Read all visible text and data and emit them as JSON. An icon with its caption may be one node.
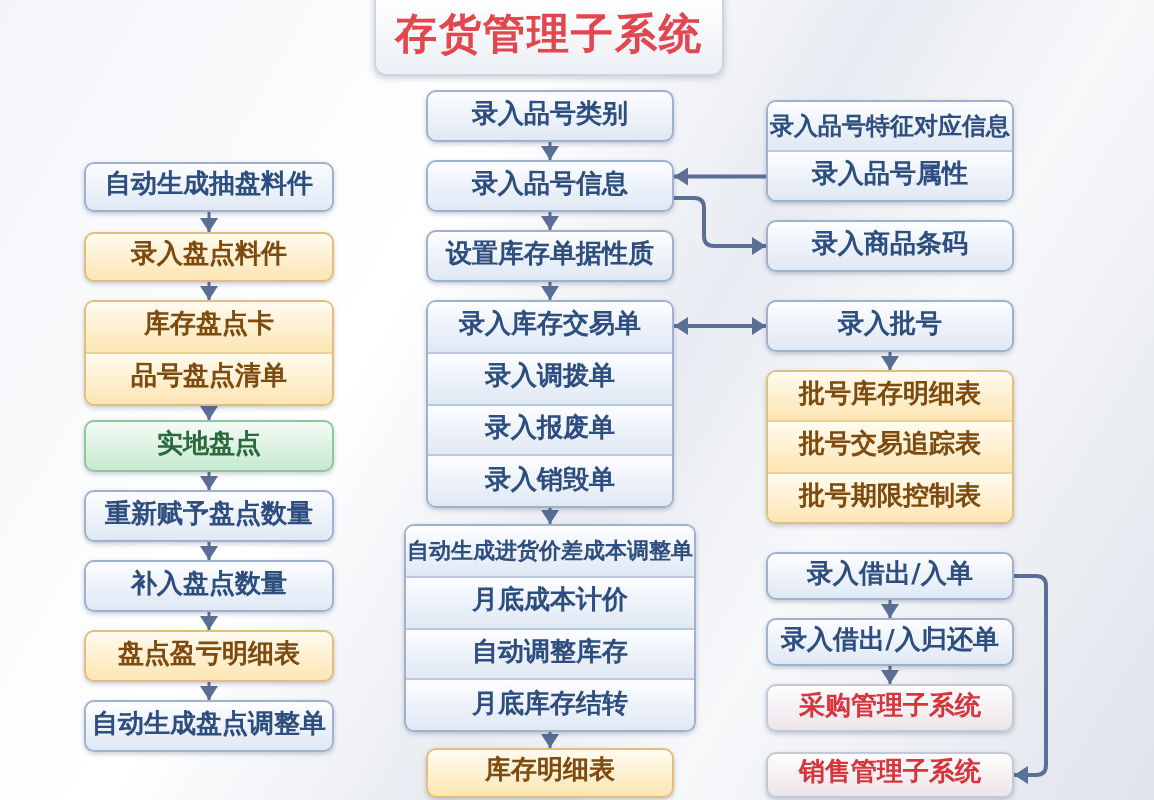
{
  "diagram": {
    "title": "存货管理子系统",
    "nodes": [
      {
        "text": [
          "自动生成抽盘料件"
        ]
      },
      {
        "text": [
          "录入盘点料件"
        ]
      },
      {
        "text": [],
        "shape": "box"
      },
      {
        "text": [
          "库存盘点卡"
        ],
        "in": 2
      },
      {
        "text": [
          "品号盘点清单"
        ],
        "in": 2
      },
      {
        "text": [
          "实地盘点"
        ]
      },
      {
        "text": [
          "重新赋予盘点数量"
        ]
      },
      {
        "text": [
          "补入盘点数量"
        ]
      },
      {
        "text": [
          "盘点盈亏明细表"
        ]
      },
      {
        "text": [
          "自动生成盘点调整单"
        ]
      },
      {
        "text": [
          "录入品号类别"
        ]
      },
      {
        "text": [
          "录入品号信息"
        ]
      },
      {
        "text": [
          "设置库存单据性质"
        ]
      },
      {
        "text": [],
        "shape": "box"
      },
      {
        "text": [
          "录入库存交易单"
        ],
        "in": 13
      },
      {
        "text": [
          "录入调拨单"
        ],
        "in": 13
      },
      {
        "text": [
          "录入报废单"
        ],
        "in": 13
      },
      {
        "text": [
          "录入销毁单"
        ],
        "in": 13
      },
      {
        "text": [],
        "shape": "box"
      },
      {
        "text": [
          "自动生成进货价差成本调整单"
        ],
        "in": 18
      },
      {
        "text": [
          "月底成本计价"
        ],
        "in": 18
      },
      {
        "text": [
          "自动调整库存"
        ],
        "in": 18
      },
      {
        "text": [
          "月底库存结转"
        ],
        "in": 18
      },
      {
        "text": [
          "库存明细表"
        ]
      },
      {
        "text": [],
        "shape": "box"
      },
      {
        "text": [
          "录入品号特征对应信息"
        ],
        "in": 24
      },
      {
        "text": [
          "录入品号属性"
        ],
        "in": 24
      },
      {
        "text": [
          "录入商品条码"
        ]
      },
      {
        "text": [
          "录入批号"
        ]
      },
      {
        "text": [],
        "shape": "box"
      },
      {
        "text": [
          "批号库存明细表"
        ],
        "in": 29
      },
      {
        "text": [
          "批号交易追踪表"
        ],
        "in": 29
      },
      {
        "text": [
          "批号期限控制表"
        ],
        "in": 29
      },
      {
        "text": [
          "录入借出/入单"
        ]
      },
      {
        "text": [
          "录入借出/入归还单"
        ]
      },
      {
        "text": [
          "采购管理子系统"
        ]
      },
      {
        "text": [
          "销售管理子系统"
        ]
      }
    ],
    "edges": [
      {
        "from": 0,
        "to": 1,
        "arrow": "to"
      },
      {
        "from": 1,
        "to": 2,
        "arrow": "to"
      },
      {
        "from": 2,
        "to": 5,
        "arrow": "to"
      },
      {
        "from": 5,
        "to": 6,
        "arrow": "to"
      },
      {
        "from": 6,
        "to": 7,
        "arrow": "to"
      },
      {
        "from": 7,
        "to": 8,
        "arrow": "to"
      },
      {
        "from": 8,
        "to": 9,
        "arrow": "to"
      },
      {
        "from": 10,
        "to": 11,
        "arrow": "to"
      },
      {
        "from": 11,
        "to": 12,
        "arrow": "to"
      },
      {
        "from": 12,
        "to": 13,
        "arrow": "to"
      },
      {
        "from": 13,
        "to": 18,
        "arrow": "to"
      },
      {
        "from": 18,
        "to": 23,
        "arrow": "to"
      },
      {
        "from": 26,
        "to": 11,
        "arrow": "to"
      },
      {
        "from": 11,
        "to": 27,
        "arrow": "to"
      },
      {
        "from": 14,
        "to": 28,
        "arrow": "both"
      },
      {
        "from": 28,
        "to": 29,
        "arrow": "to"
      },
      {
        "from": 33,
        "to": 34,
        "arrow": "to"
      },
      {
        "from": 34,
        "to": 35,
        "arrow": "to"
      },
      {
        "from": 33,
        "to": 36,
        "arrow": "to"
      }
    ]
  }
}
